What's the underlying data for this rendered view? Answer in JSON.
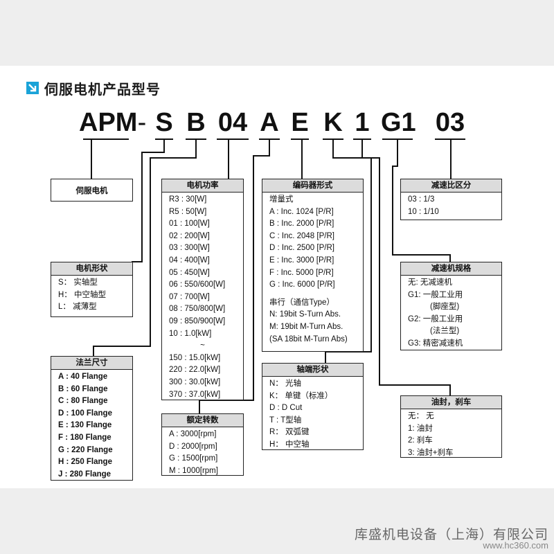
{
  "title": "伺服电机产品型号",
  "code": [
    "APM",
    "-",
    "S",
    "B",
    "04",
    "A",
    "E",
    "K",
    "1",
    "G1",
    "03"
  ],
  "boxes": {
    "motor": {
      "title": "伺服电机"
    },
    "shape": {
      "title": "电机形状",
      "items": [
        "S： 实轴型",
        "H： 中空轴型",
        "L： 减薄型"
      ]
    },
    "flange": {
      "title": "法兰尺寸",
      "items": [
        "A : 40 Flange",
        "B : 60 Flange",
        "C : 80 Flange",
        "D : 100 Flange",
        "E : 130 Flange",
        "F : 180 Flange",
        "G : 220 Flange",
        "H : 250 Flange",
        "J : 280 Flange"
      ]
    },
    "power": {
      "title": "电机功率",
      "items": [
        "R3 : 30[W]",
        "R5 : 50[W]",
        "01 : 100[W]",
        "02 : 200[W]",
        "03 : 300[W]",
        "04 : 400[W]",
        "05 : 450[W]",
        "06 : 550/600[W]",
        "07 : 700[W]",
        "08 : 750/800[W]",
        "09 : 850/900[W]",
        "10 : 1.0[kW]",
        "~",
        "150 : 15.0[kW]",
        "220 : 22.0[kW]",
        "300 : 30.0[kW]",
        "370 : 37.0[kW]"
      ]
    },
    "speed": {
      "title": "额定转数",
      "items": [
        "A : 3000[rpm]",
        "D : 2000[rpm]",
        "G : 1500[rpm]",
        "M : 1000[rpm]"
      ]
    },
    "encoder": {
      "title": "编码器形式",
      "items": [
        "增量式",
        "A : Inc. 1024 [P/R]",
        "B : Inc. 2000 [P/R]",
        "C : Inc. 2048 [P/R]",
        "D : Inc. 2500 [P/R]",
        "E : Inc. 3000 [P/R]",
        "F : Inc. 5000 [P/R]",
        "G : Inc. 6000 [P/R]",
        "",
        "串行（通信Type）",
        "N: 19bit S-Turn Abs.",
        "M: 19bit M-Turn Abs.",
        "(SA 18bit M-Turn Abs)"
      ]
    },
    "shaft": {
      "title": "轴端形状",
      "items": [
        "N： 光轴",
        "K： 单键（标准）",
        "D : D Cut",
        "T : T型轴",
        "R： 双弧键",
        "H： 中空轴"
      ]
    },
    "ratio": {
      "title": "减速比区分",
      "items": [
        "03 : 1/3",
        "10 : 1/10"
      ]
    },
    "reducer": {
      "title": "减速机规格",
      "items": [
        "无:   无减速机",
        "G1:   一般工业用",
        "(脚座型)",
        "G2:   一般工业用",
        "(法兰型)",
        "G3:   精密减速机"
      ]
    },
    "seal": {
      "title": "油封，刹车",
      "items": [
        "无： 无",
        "1:   油封",
        "2:   刹车",
        "3:   油封+刹车"
      ]
    }
  },
  "footer": {
    "company": "库盛机电设备（上海）有限公司",
    "url": "www.hc360.com"
  },
  "colors": {
    "band": "#eeeeee",
    "header": "#dcdcdc",
    "icon": "#1aa3d8"
  }
}
